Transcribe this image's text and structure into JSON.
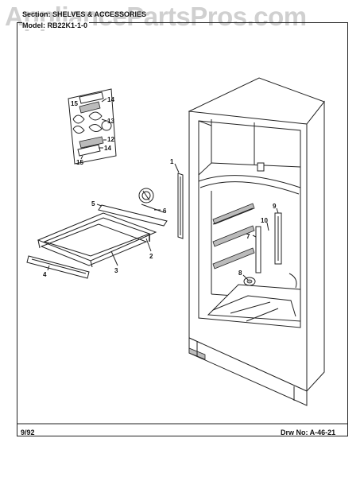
{
  "header": {
    "section_label": "Section:",
    "section_value": "SHELVES & ACCESSORIES",
    "model_label": "Model:",
    "model_value": "RB22K1-1-0"
  },
  "watermark": "AppliancePartsPros.com",
  "footer": {
    "date": "9/92",
    "drawing_number": "Drw No: A-46-21"
  },
  "callouts": [
    "1",
    "2",
    "3",
    "4",
    "5",
    "6",
    "7",
    "8",
    "9",
    "10",
    "12",
    "13",
    "14",
    "14",
    "15",
    "15"
  ]
}
